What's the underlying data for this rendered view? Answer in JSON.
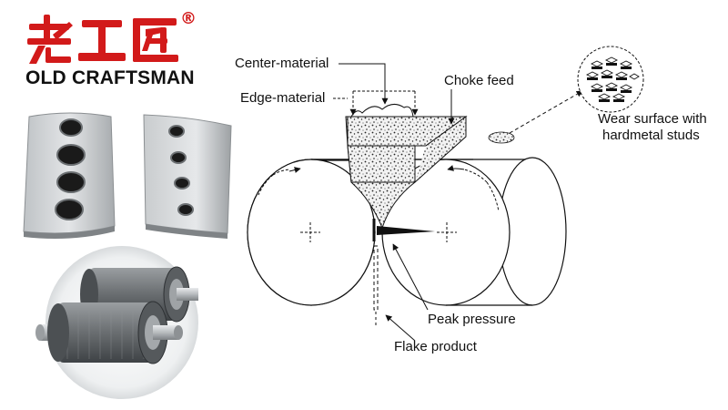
{
  "brand": {
    "chinese_name": "老工匠",
    "registered_mark": "®",
    "english_name": "OLD CRAFTSMAN",
    "color": "#d21a1a"
  },
  "diagram": {
    "labels": {
      "center_material": "Center-material",
      "edge_material": "Edge-material",
      "choke_feed": "Choke feed",
      "wear_surface": "Wear surface with",
      "wear_surface_line2": "hardmetal studs",
      "peak_pressure": "Peak pressure",
      "flake_product": "Flake product"
    }
  },
  "photos": {
    "wear_plates": "wear-plates",
    "roller_pair": "roller-pair"
  }
}
